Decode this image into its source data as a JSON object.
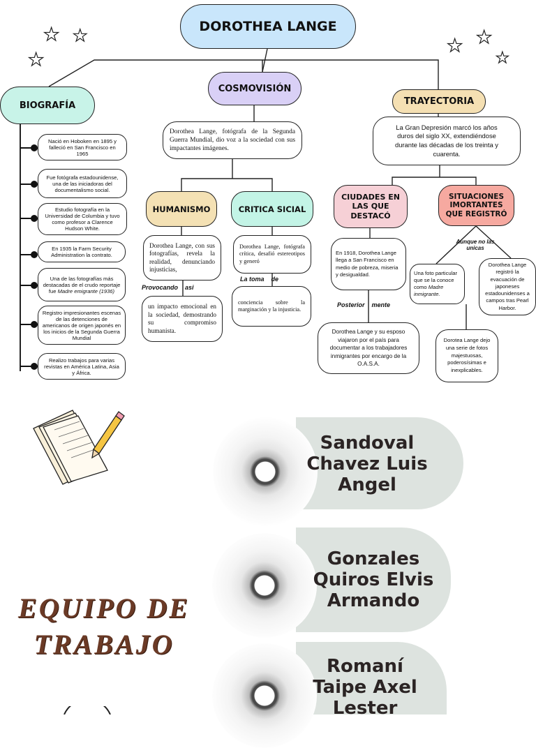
{
  "title": "DOROTHEA LANGE",
  "biografia": {
    "heading": "BIOGRAFÍA",
    "items": [
      "Nació en Hoboken en 1895 y falleció en San Francisco en 1965",
      "Fue fotógrafa estadounidense, una de las iniciadoras del documentalismo social.",
      "Estudio fotografía en la Universidad de Columbia y tuvo como profesor a Clarence Hudson White.",
      "En 1935 la Farm Security Administration la contrato.",
      "Una de las fotografías más destacadas de el crudo reportaje fue Madre emigrante (1936)",
      "Registro impresionantes escenas de las detenciones de americanos de origen japonés en los inicios de la Segunda Guerra Mundial",
      "Realizo trabajos para varias revistas en América Latina, Asia y África."
    ]
  },
  "cosmovision": {
    "heading": "COSMOVISIÓN",
    "summary": "Dorothea Lange, fotógrafa de la Segunda Guerra Mundial, dio voz a la sociedad con sus impactantes imágenes.",
    "humanismo": {
      "heading": "HUMANISMO",
      "text1": "Dorothea Lange, con sus fotografías, revela la realidad, denunciando injusticias,",
      "connector": "Provocando    asi",
      "text2": "un impacto emocional en la sociedad, demostrando su compromiso humanista."
    },
    "critica": {
      "heading": "CRITICA SICIAL",
      "text1": "Dorothea Lange, fotógrafa crítica, desafió estereotipos y generó",
      "connector": "La toma    de",
      "text2": "conciencia sobre la marginación y la injusticia."
    }
  },
  "trayectoria": {
    "heading": "TRAYECTORIA",
    "summary": "La Gran Depresión marcó los años duros del siglo XX, extendiéndose durante las décadas de los treinta y cuarenta.",
    "ciudades": {
      "heading": "CIUDADES EN LAS QUE DESTACÓ",
      "text1": "En 1918, Dorothea Lange llega a San Francisco en medio de pobreza, miseria y desigualdad.",
      "connector": "Posterior    mente",
      "text2": "Dorothea Lange y su esposo viajaron por el país para documentar a los trabajadores inmigrantes por encargo de la O.A.S.A."
    },
    "situaciones": {
      "heading": "SITUACIONES IMORTANTES QUE REGISTRÓ",
      "connector": "Aunque no las unicas",
      "left": "Una foto particular que se la conoce como Madre inmigrante.",
      "right": "Dorothea Lange registró la evacuación de japoneses estadounidenses a campos tras Pearl Harbor.",
      "bottom": "Dorotea Lange dejo una serie de fotos majestuosas, poderosísimas e inexplicables."
    }
  },
  "team": {
    "title_line1": "EQUIPO DE",
    "title_line2": "TRABAJO",
    "members": [
      "Sandoval Chavez Luis Angel",
      "Gonzales Quiros Elvis Armando",
      "Romaní Taipe Axel Lester"
    ]
  },
  "colors": {
    "title_bg": "#c9e6fb",
    "biografia_bg": "#c8f3e8",
    "cosmovision_bg": "#d9d0f6",
    "trayectoria_bg": "#f5e0b3",
    "humanismo_bg": "#f4e1b4",
    "critica_bg": "#c3f4e6",
    "ciudades_bg": "#f6d0d6",
    "situaciones_bg": "#f6a9a0",
    "team_title": "#6b3a26",
    "member_tab": "#dde3df"
  },
  "icons": [
    "star-icon",
    "notebook-pencil-icon",
    "disc-icon"
  ]
}
